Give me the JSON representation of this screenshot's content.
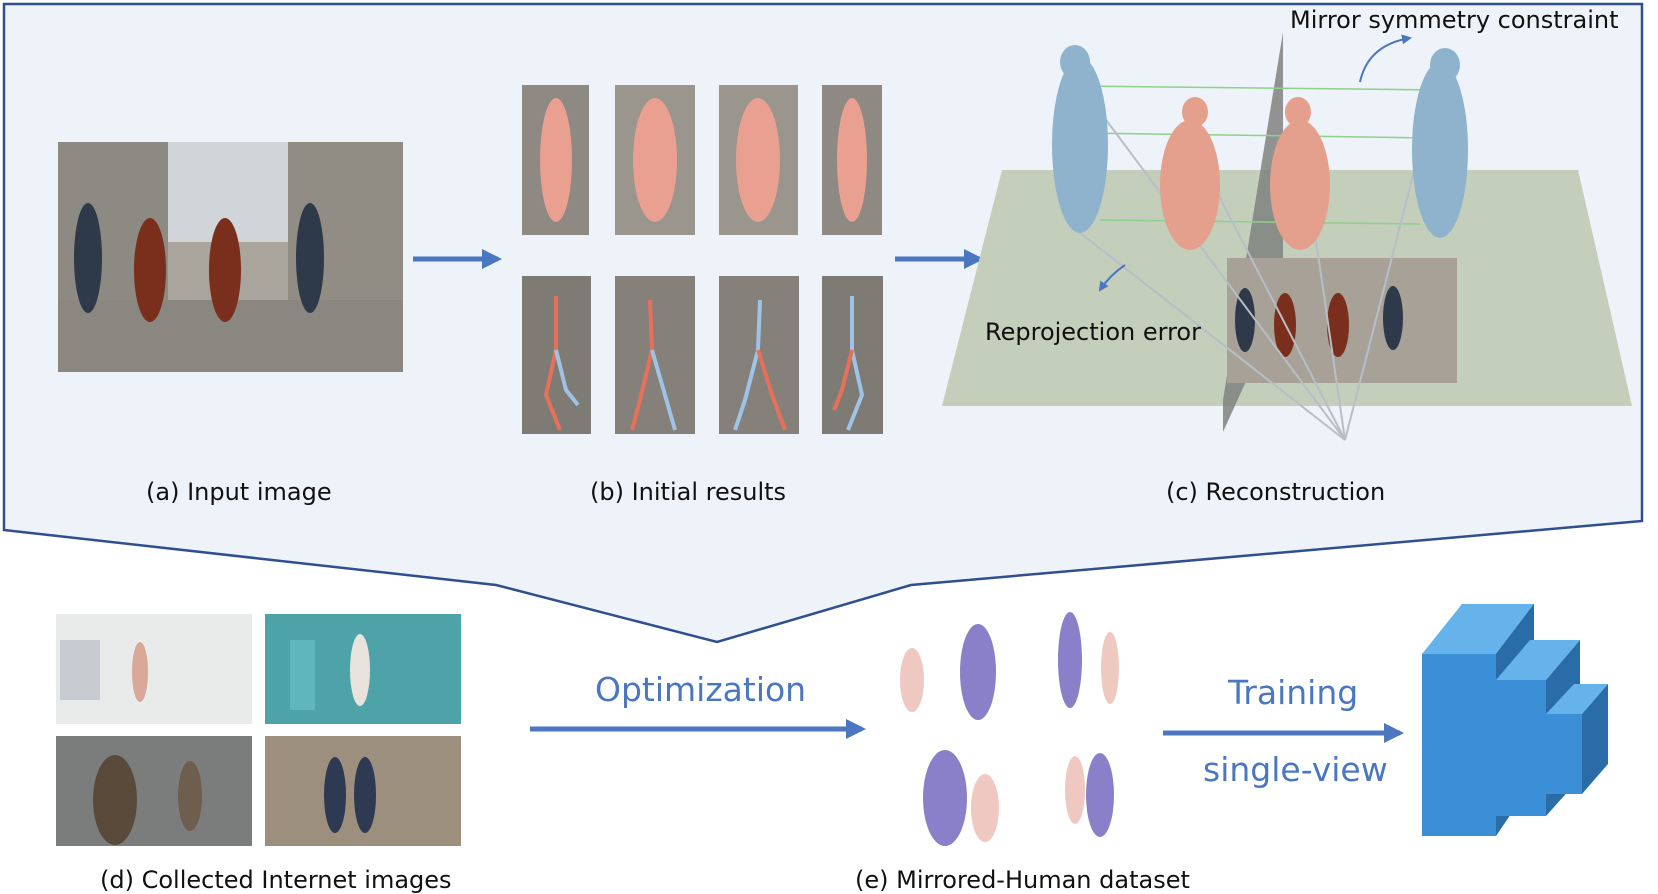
{
  "labels": {
    "input_image": "(a) Input image",
    "initial_results": "(b) Initial results",
    "reconstruction": "(c) Reconstruction",
    "collected": "(d) Collected Internet images",
    "dataset": "(e) Mirrored-Human dataset"
  },
  "annotations": {
    "mirror_constraint": "Mirror symmetry constraint",
    "reprojection_error": "Reprojection error"
  },
  "flow": {
    "optimization": "Optimization",
    "training": "Training",
    "single_view": "single-view"
  },
  "colors": {
    "panel_fill": "#eef2f9",
    "panel_border": "#2f4f8f",
    "arrow": "#4a77c0",
    "mesh_blue": "#8fb3cc",
    "mesh_pink": "#e4a08c",
    "mesh_purple": "#8a80c9",
    "ground": "#c3cebb",
    "network": "#3a8fd6"
  }
}
